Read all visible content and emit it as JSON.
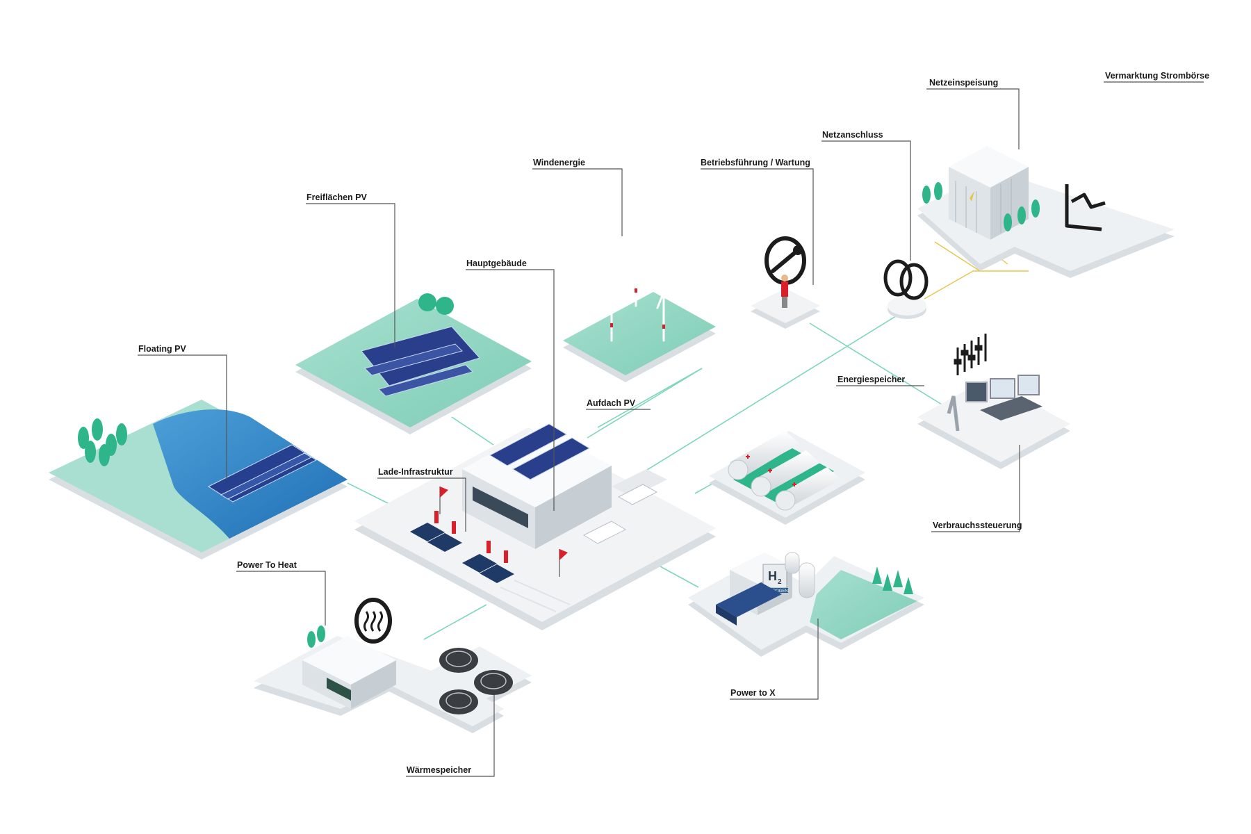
{
  "colors": {
    "platform_top": "#eef1f3",
    "platform_side": "#d9dee2",
    "platform_accent": "#8fe0c8",
    "grass": "#8fd6c2",
    "grass_dark": "#6cc3ab",
    "water": "#2a7fc4",
    "water_light": "#5aa7dc",
    "tree": "#2fb58a",
    "solar": "#2a3f8c",
    "connector": "#6fd0b4",
    "grid_line": "#e8c84a",
    "label_line": "#555555",
    "icon_dark": "#1c1c1c",
    "flag_red": "#d9202a"
  },
  "labels": {
    "netzeinspeisung": "Netzeinspeisung",
    "vermarktung": "Vermarktung Strombörse",
    "netzanschluss": "Netzanschluss",
    "betriebsfuehrung": "Betriebsführung / Wartung",
    "windenergie": "Windenergie",
    "freiflaechen_pv": "Freiflächen PV",
    "hauptgebaeude": "Hauptgebäude",
    "aufdach_pv": "Aufdach PV",
    "floating_pv": "Floating PV",
    "lade_infrastruktur": "Lade-Infrastruktur",
    "energiespeicher": "Energiespeicher",
    "verbrauchssteuerung": "Verbrauchssteuerung",
    "power_to_heat": "Power To Heat",
    "power_to_x": "Power to X",
    "waermespeicher": "Wärmespeicher"
  },
  "signage": {
    "h2_symbol": "H",
    "h2_subscript": "2",
    "hydrogen": "HYDROGEN"
  },
  "icons": [
    "wrench-ring-icon",
    "transformer-rings-icon",
    "market-chart-icon",
    "heat-waves-icon",
    "slider-controls-icon"
  ]
}
